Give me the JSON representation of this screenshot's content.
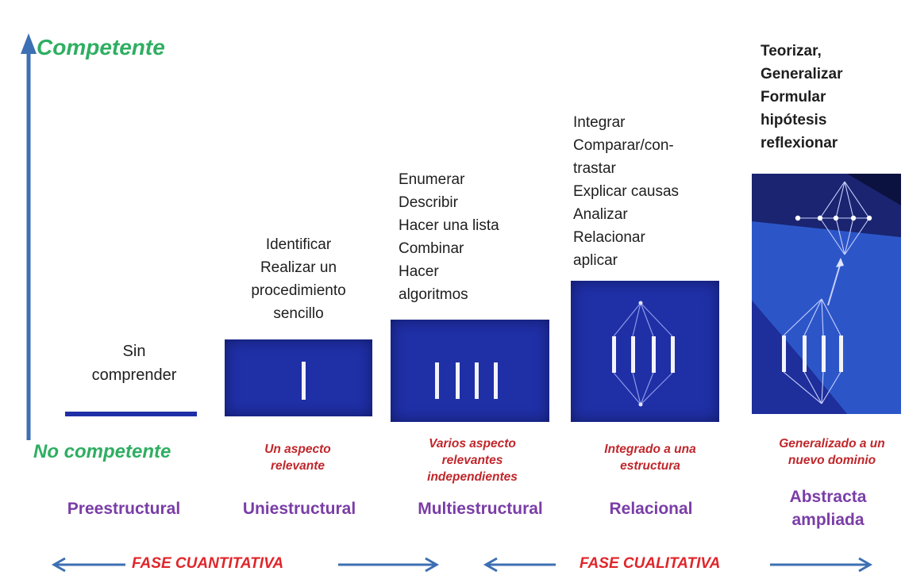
{
  "axis": {
    "top_label": "Competente",
    "bottom_label": "No competente"
  },
  "levels": [
    {
      "name": "Preestructural",
      "verbs": [
        "Sin",
        "comprender"
      ],
      "description": []
    },
    {
      "name": "Uniestructural",
      "verbs": [
        "Identificar",
        "Realizar un",
        "procedimiento",
        "sencillo"
      ],
      "description": [
        "Un aspecto",
        "relevante"
      ]
    },
    {
      "name": "Multiestructural",
      "verbs": [
        "Enumerar",
        "Describir",
        "Hacer una lista",
        "Combinar",
        "Hacer",
        "algoritmos"
      ],
      "description": [
        "Varios aspecto",
        "relevantes",
        "independientes"
      ]
    },
    {
      "name": "Relacional",
      "verbs": [
        "Integrar",
        "Comparar/con-",
        "trastar",
        "Explicar causas",
        "Analizar",
        "Relacionar",
        "aplicar"
      ],
      "description": [
        "Integrado a una",
        "estructura"
      ]
    },
    {
      "name_lines": [
        "Abstracta",
        "ampliada"
      ],
      "verbs": [
        "Teorizar,",
        "Generalizar",
        "Formular",
        "hipótesis",
        "reflexionar"
      ],
      "description": [
        "Generalizado a un",
        "nuevo dominio"
      ]
    }
  ],
  "phases": {
    "quantitative": "FASE  CUANTITATIVA",
    "qualitative": "FASE  CUALITATIVA"
  },
  "colors": {
    "axis": "#3d6fb3",
    "box": "#1f2fa6",
    "level_text": "#7a3da7",
    "description_text": "#c0262b",
    "phase_text": "#e0252a",
    "axis_label": "#2fae62"
  }
}
